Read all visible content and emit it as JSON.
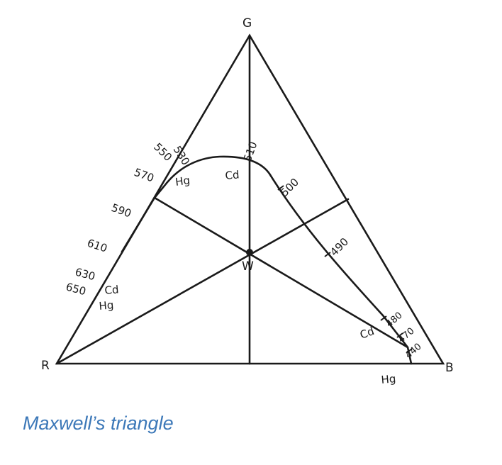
{
  "caption": "Maxwell’s triangle",
  "colors": {
    "ink": "#1a1a1a",
    "caption": "#3c78b8"
  },
  "vertices": {
    "top": "G",
    "left": "R",
    "right": "B",
    "center": "W"
  },
  "wavelength_labels": {
    "w530": "530",
    "w550": "550",
    "w570": "570",
    "w590": "590",
    "w610_left": "610",
    "w630": "630",
    "w650": "650",
    "w510": "510",
    "w500": "500",
    "w490": "490",
    "w480": "480",
    "w470": "470",
    "w440": "440"
  },
  "source_labels": {
    "hg_top": "Hg",
    "cd_top": "Cd",
    "cd_left": "Cd",
    "hg_left": "Hg",
    "cd_right": "Cd",
    "hg_bottom": "Hg"
  }
}
